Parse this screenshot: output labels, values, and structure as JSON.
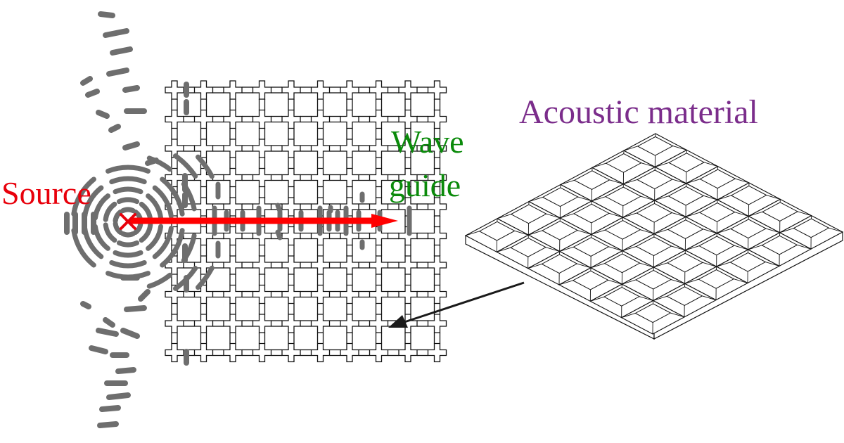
{
  "labels": {
    "source": "Source",
    "waveguide_line1": "Wave",
    "waveguide_line2": "guide",
    "material": "Acoustic material"
  },
  "colors": {
    "source": "#e8000b",
    "waveguide": "#0a8a0a",
    "material": "#7b2d8b",
    "wave_dashes": "#6e6e6e",
    "arrow": "#ff0000",
    "pointer_arrow": "#1a1a1a",
    "lattice": "#111111"
  },
  "icons": {
    "source_marker": "x-mark-icon",
    "propagation_arrow": "arrow-right-icon",
    "pointer_arrow": "arrow-down-left-icon"
  }
}
